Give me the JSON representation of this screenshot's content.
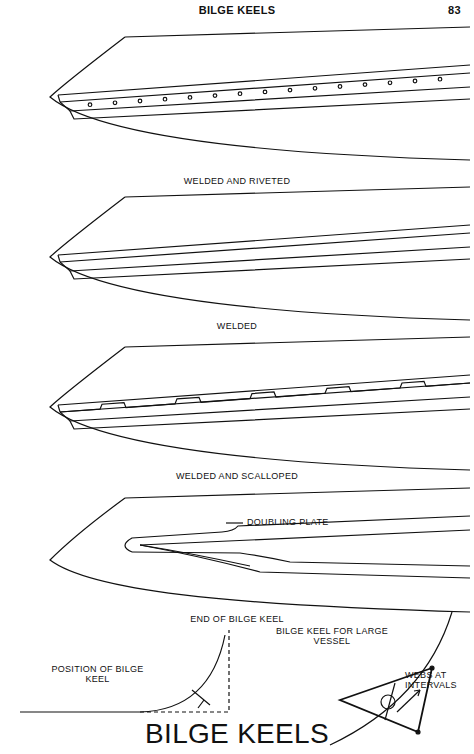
{
  "diagram": {
    "title": "BILGE KEELS",
    "labels": [
      "BILGE KEELS",
      "83",
      "WELDED AND RIVETED",
      "WELDED",
      "WELDED AND SCALLOPED",
      "DOUBLING PLATE",
      "END OF BILGE KEEL",
      "POSITION OF BILGE KEEL",
      "BILGE KEEL FOR LARGE VESSEL",
      "WEBS AT INTERVALS"
    ]
  }
}
